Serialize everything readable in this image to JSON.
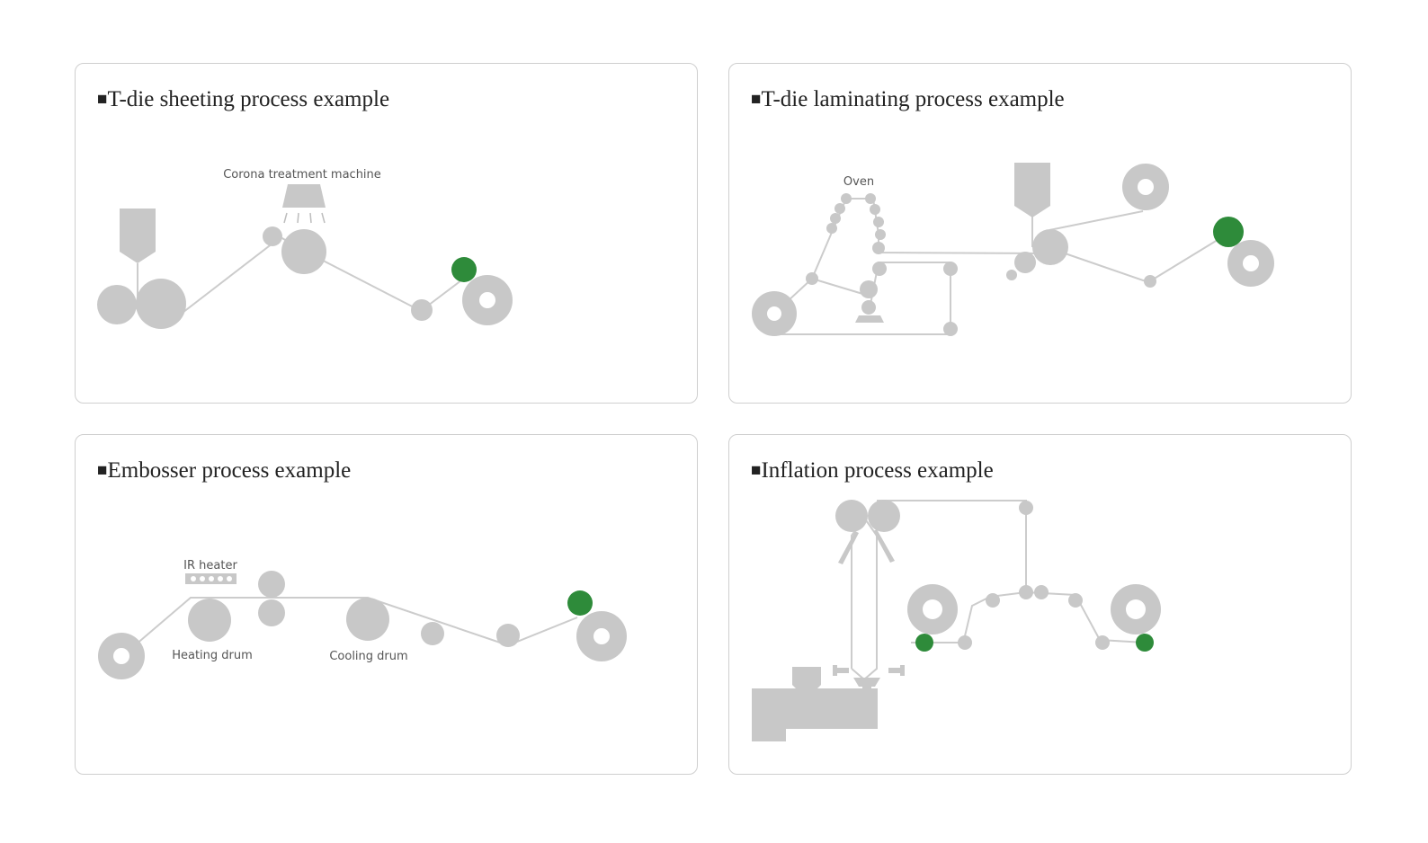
{
  "colors": {
    "machine_gray": "#c8c8c8",
    "highlight_green": "#2e8b3a",
    "card_border": "#cfcfcf",
    "label_text": "#555555"
  },
  "cards": [
    {
      "bullet": "■",
      "title": "T-die sheeting process example",
      "labels": {
        "corona": "Corona treatment machine"
      }
    },
    {
      "bullet": "■",
      "title": "T-die laminating process example",
      "labels": {
        "oven": "Oven"
      }
    },
    {
      "bullet": "■",
      "title": "Embosser process example",
      "labels": {
        "ir_heater": "IR heater",
        "heating_drum": "Heating drum",
        "cooling_drum": "Cooling drum"
      }
    },
    {
      "bullet": "■",
      "title": "Inflation process example",
      "labels": {}
    }
  ]
}
